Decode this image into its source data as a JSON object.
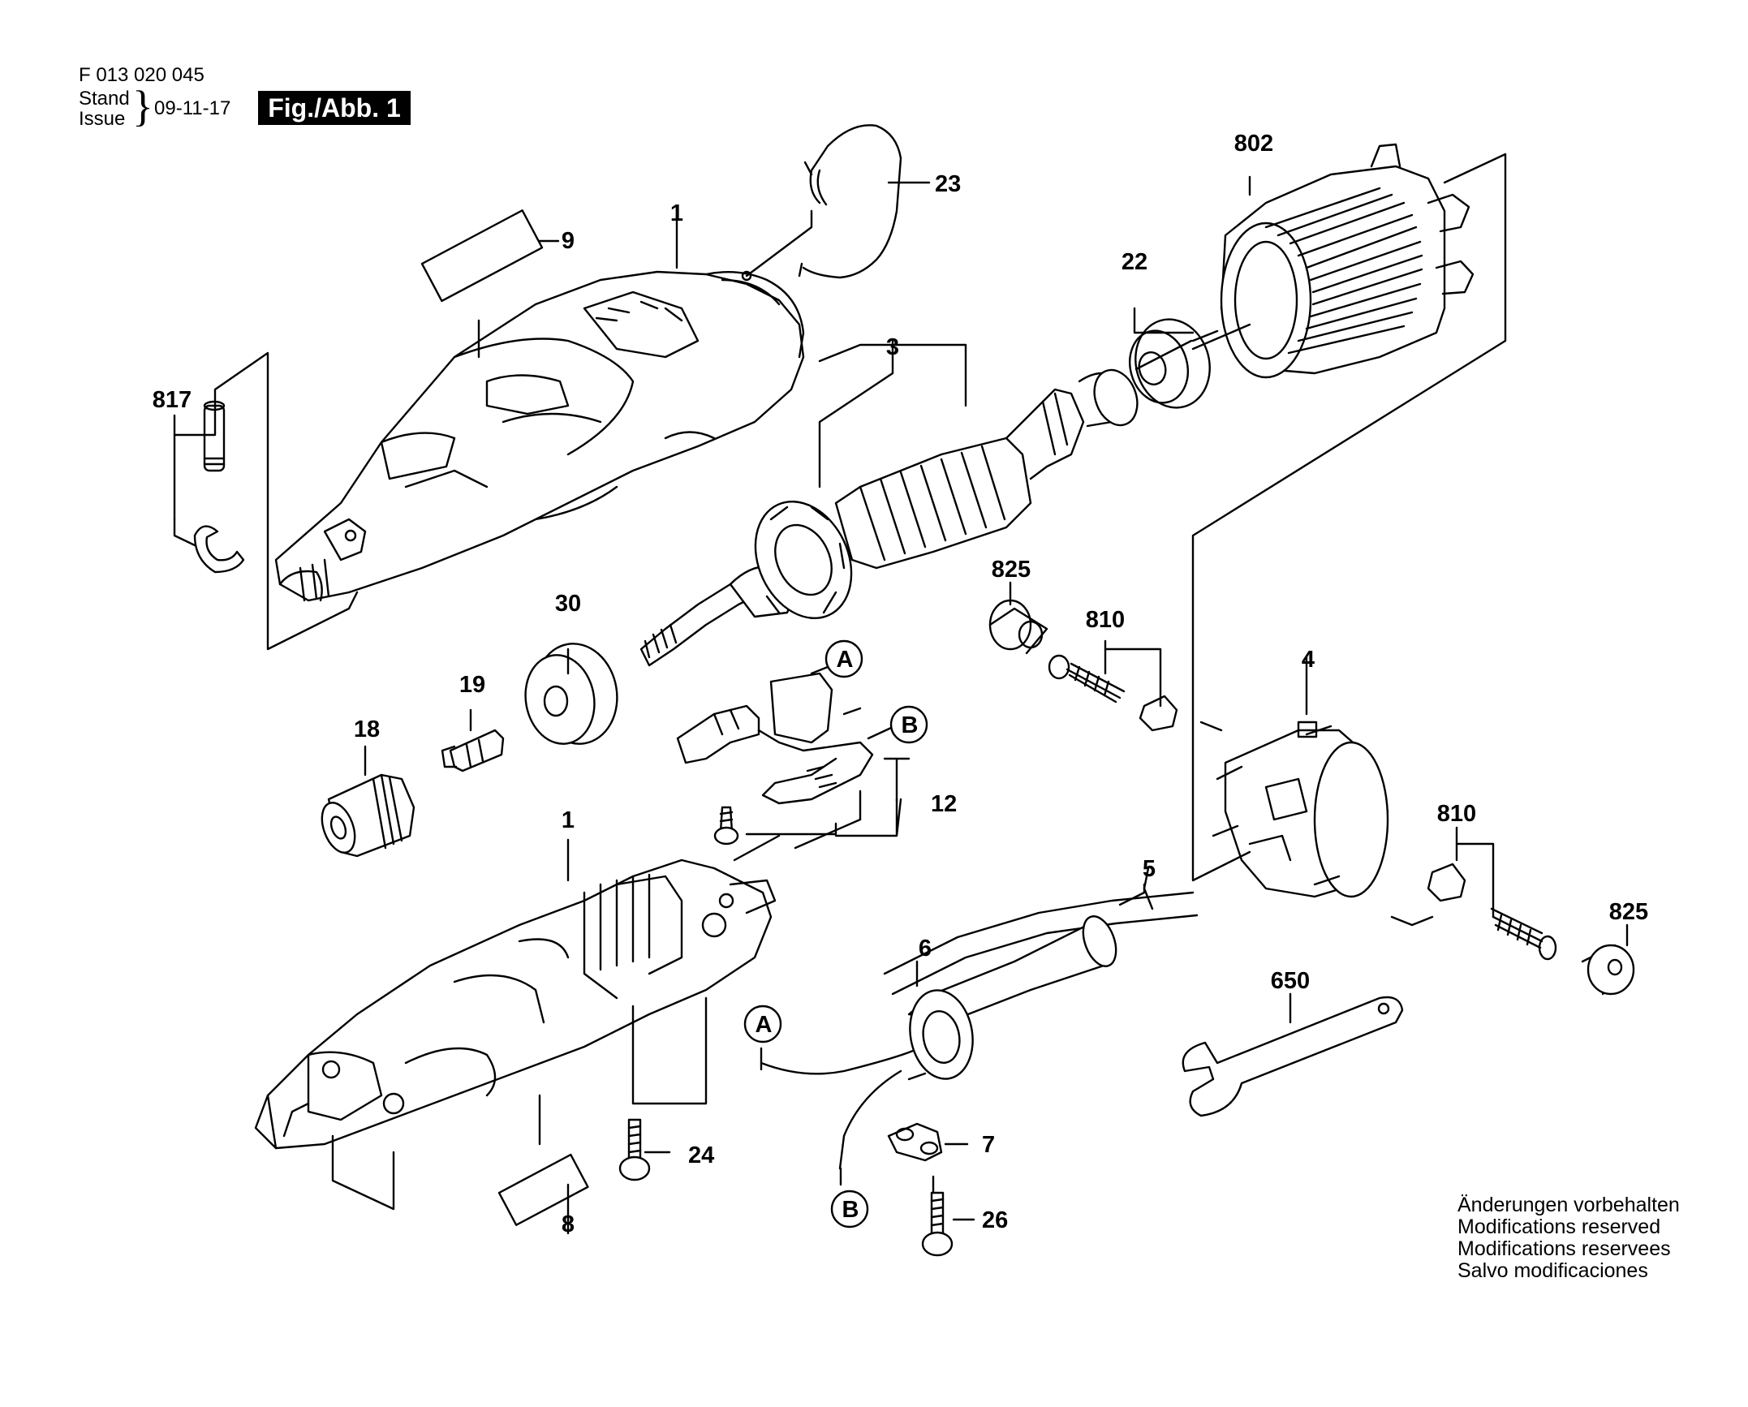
{
  "header": {
    "doc_number": "F 013 020 045",
    "stand_label": "Stand",
    "issue_label": "Issue",
    "date": "09-11-17",
    "figure_label": "Fig./Abb. 1"
  },
  "parts": {
    "p1_top": "1",
    "p1_bottom": "1",
    "p3": "3",
    "p4": "4",
    "p5": "5",
    "p6": "6",
    "p7": "7",
    "p8": "8",
    "p9": "9",
    "p12": "12",
    "p18": "18",
    "p19": "19",
    "p22": "22",
    "p23": "23",
    "p24": "24",
    "p26": "26",
    "p30": "30",
    "p650": "650",
    "p802": "802",
    "p810_a": "810",
    "p810_b": "810",
    "p817": "817",
    "p825_a": "825",
    "p825_b": "825"
  },
  "callouts": {
    "a_top": "A",
    "b_top": "B",
    "a_cord": "A",
    "b_cord": "B"
  },
  "notes": [
    "Änderungen vorbehalten",
    "Modifications reserved",
    "Modifications reservees",
    "Salvo modificaciones"
  ]
}
